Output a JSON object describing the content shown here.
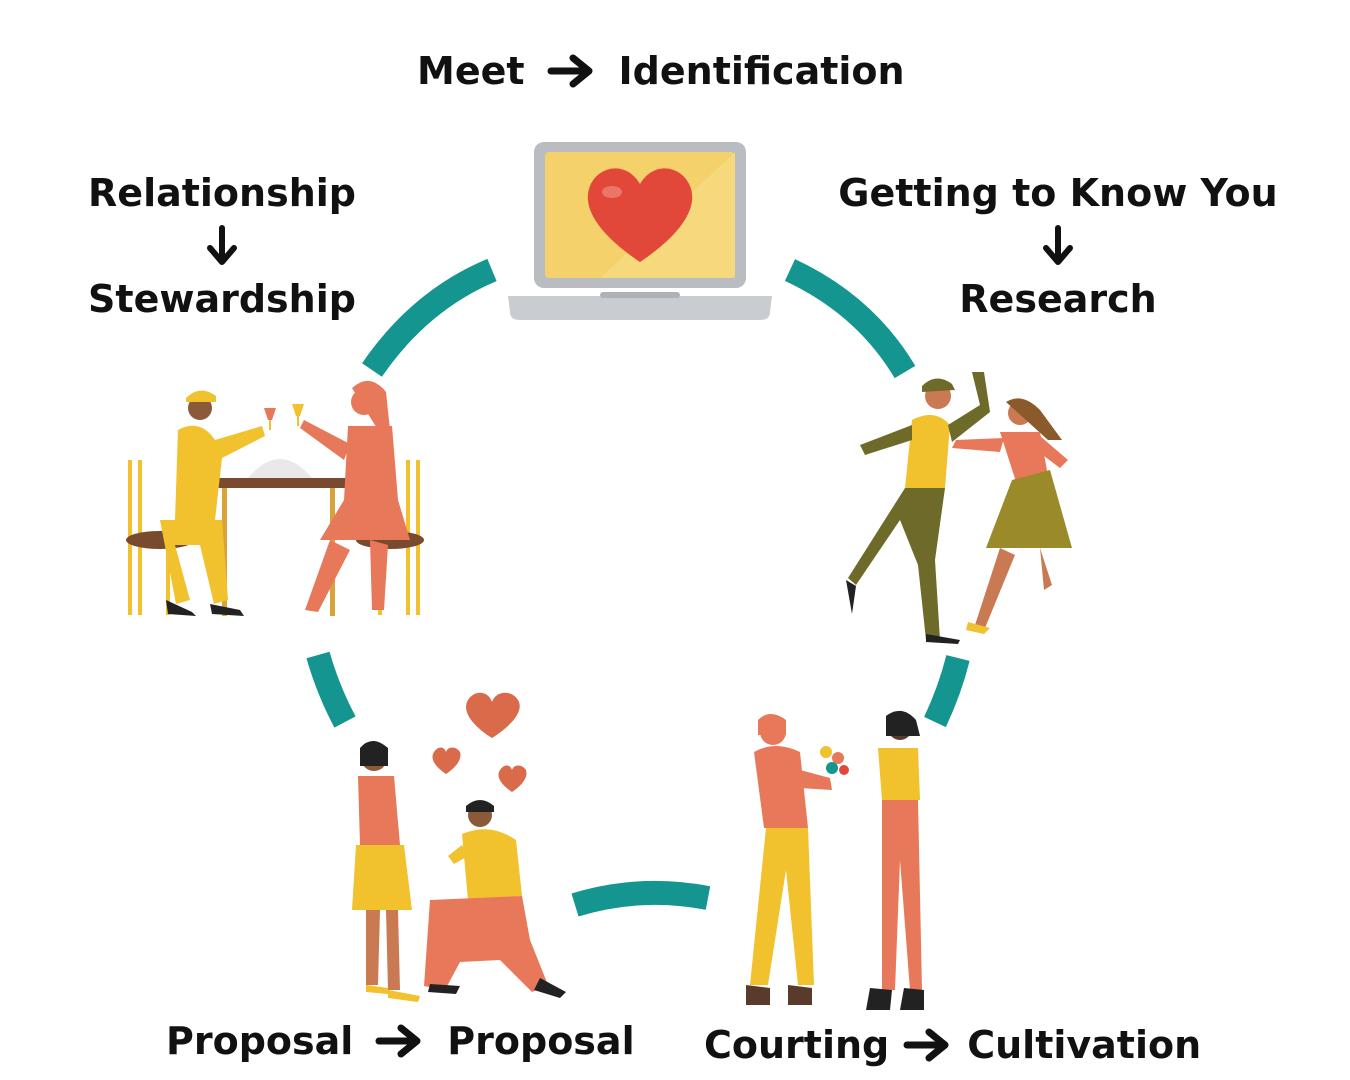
{
  "stages": {
    "meet": {
      "from": "Meet",
      "to": "Identification"
    },
    "getting": {
      "from": "Getting to Know You",
      "to": "Research"
    },
    "courting": {
      "from": "Courting",
      "to": "Cultivation"
    },
    "proposal": {
      "from": "Proposal",
      "to": "Proposal"
    },
    "relationship": {
      "from": "Relationship",
      "to": "Stewardship"
    }
  },
  "colors": {
    "arc": "#15958f",
    "yellow": "#f2c12e",
    "coral": "#e8785a",
    "heart": "#e2483a",
    "olive": "#6e6a2a",
    "text": "#111111"
  },
  "icons": {
    "center": "laptop-heart-icon",
    "arrow_right": "arrow-right-icon",
    "arrow_down": "arrow-down-icon"
  }
}
